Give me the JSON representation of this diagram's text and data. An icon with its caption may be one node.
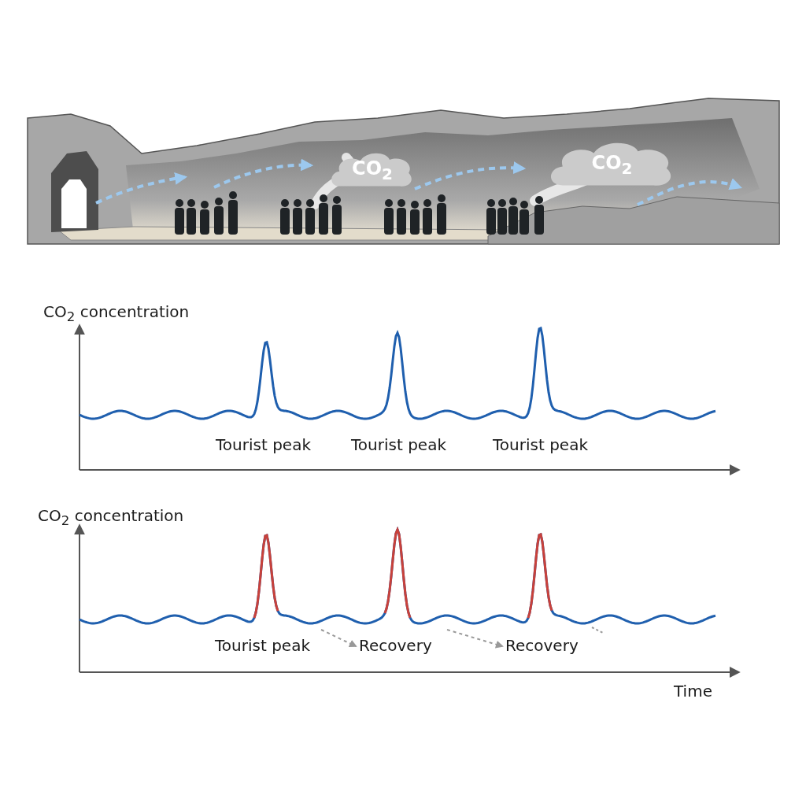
{
  "diagram": {
    "nodes": [
      {
        "text": [
          "CO$_{2}$"
        ]
      },
      {
        "text": [
          "CO$_{2}$"
        ]
      },
      {
        "text": [
          "Recovery"
        ]
      },
      {
        "text": [
          "Recovery"
        ]
      }
    ],
    "edges": [
      {
        "from": null,
        "to": 2,
        "arrow": "to",
        "style": "dashed"
      },
      {
        "from": null,
        "to": 3,
        "arrow": "to",
        "style": "dashed"
      }
    ],
    "labels": [
      "CO$_{2}$ concentration",
      "Tourist peak",
      "Tourist peak",
      "Tourist peak",
      "CO$_{2}$ concentration",
      "Tourist peak",
      "Time"
    ]
  }
}
